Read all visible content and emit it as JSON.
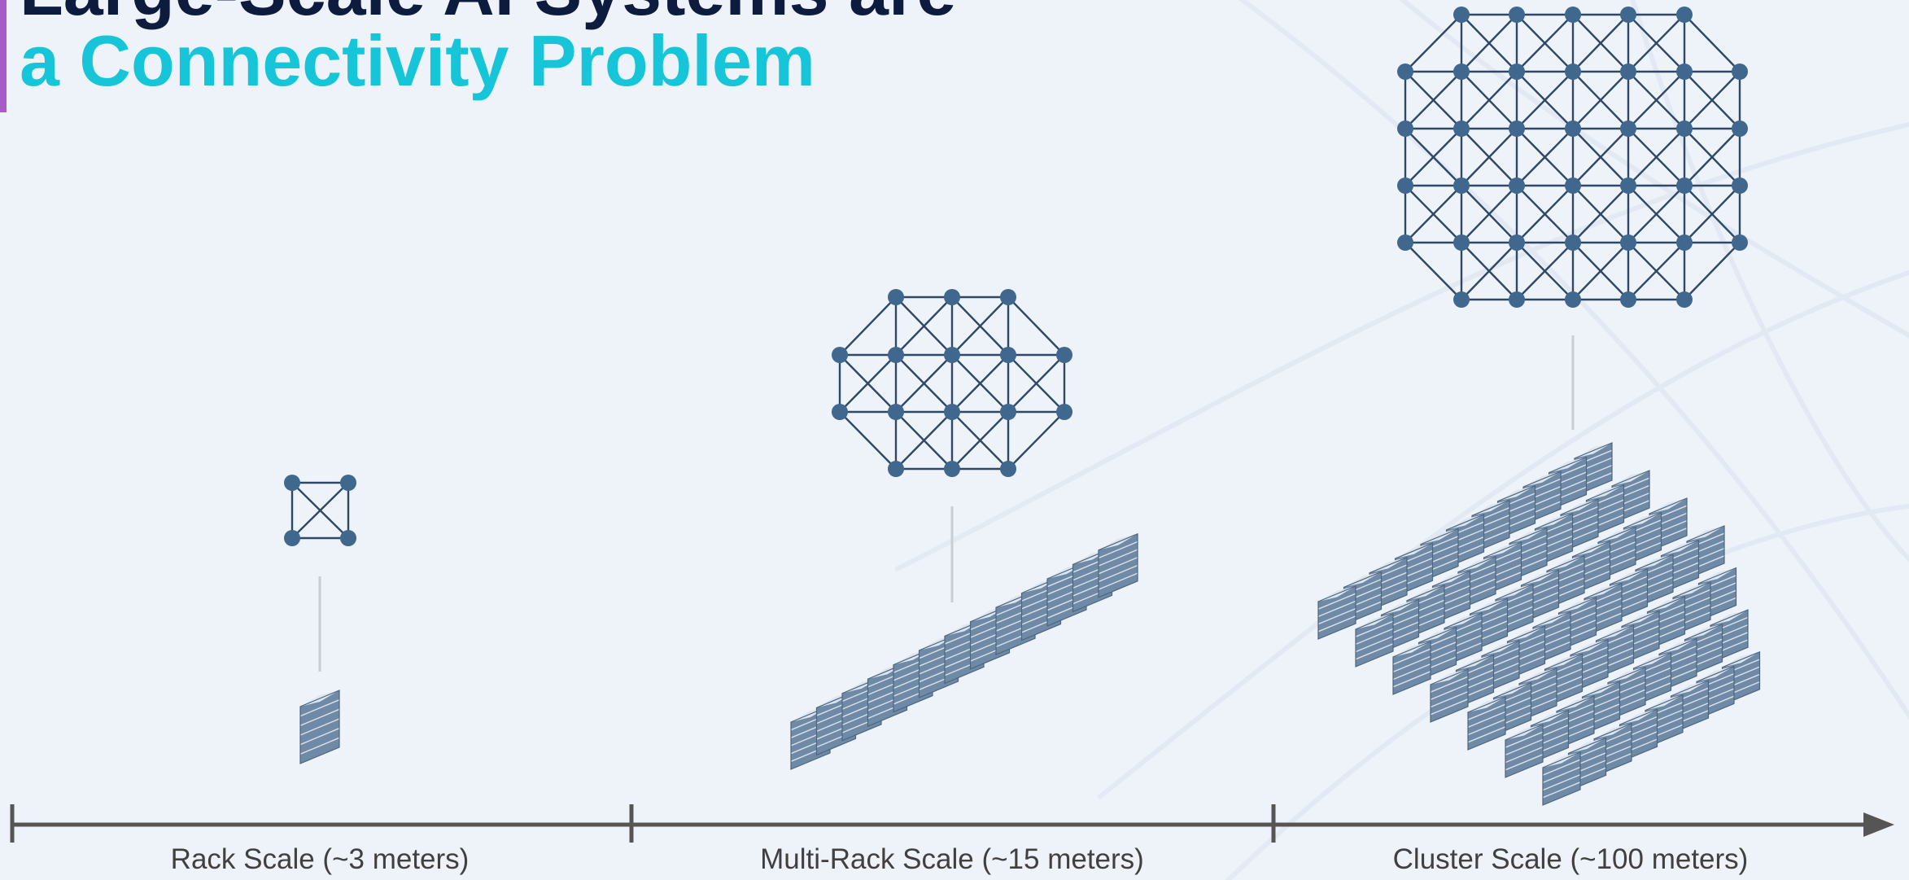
{
  "title": {
    "line1": "Large-Scale AI Systems are",
    "line2": "a Connectivity Problem",
    "line1_color": "#0d1b3e",
    "line2_color": "#16c6d8"
  },
  "colors": {
    "background": "#eef3fa",
    "accent_bar": "#a85ac8",
    "node": "#40678e",
    "edge": "#2e4866",
    "server_top": "#dde6ef",
    "server_side": "#6f8aa6",
    "axis": "#555555"
  },
  "scales": [
    {
      "label": "Rack Scale (~3 meters)",
      "icon": "single-rack-icon",
      "network": "small-mesh-network"
    },
    {
      "label": "Multi-Rack Scale (~15 meters)",
      "icon": "rack-row-icon",
      "network": "medium-mesh-network"
    },
    {
      "label": "Cluster Scale (~100 meters)",
      "icon": "rack-cluster-icon",
      "network": "large-mesh-network"
    }
  ]
}
